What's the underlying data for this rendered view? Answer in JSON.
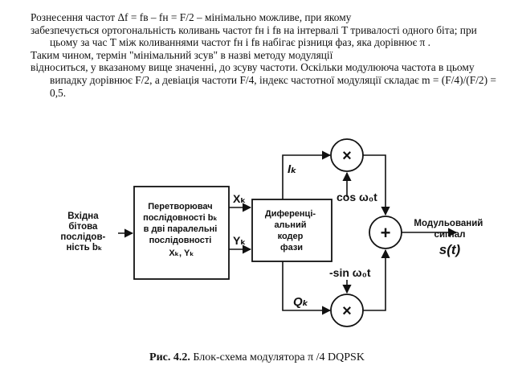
{
  "paragraphs": [
    "Рознесення частот Δf = fв – fн = F/2 – мінімально можливе, при якому",
    "забезпечується ортогональність коливань частот fн і fв на інтервалі T тривалості одного біта; при цьому за час T між коливаннями частот fн і fв набігає різниця фаз, яка дорівнює π .",
    "Таким чином, термін \"мінімальний зсув\" в назві методу модуляції",
    "відноситься, у вказаному вище значенні, до зсуву частоти. Оскільки модулююча частота в цьому випадку дорівнює F/2, а девіація частоти F/4, індекс частотної модуляції складає m = (F/4)/(F/2) = 0,5."
  ],
  "diagram": {
    "input_label": [
      "Вхідна",
      "бітова",
      "послідов-",
      "ність bₖ"
    ],
    "converter_label": [
      "Перетворювач",
      "послідовності bₖ",
      "в дві паралельні",
      "послідовності",
      "Xₖ, Yₖ"
    ],
    "coder_label": [
      "Диференці-",
      "альний",
      "кодер",
      "фази"
    ],
    "x_label": "Xₖ",
    "y_label": "Yₖ",
    "i_label": "Iₖ",
    "q_label": "Qₖ",
    "cos_label": "cos ω₀t",
    "sin_label": "-sin ω₀t",
    "multiply_symbol": "×",
    "sum_symbol": "+",
    "output_label": [
      "Модульований",
      "сигнал"
    ],
    "output_signal": "s(t)"
  },
  "caption": {
    "prefix": "Рис. 4.2.",
    "text": " Блок-схема модулятора π /4 DQPSK"
  }
}
